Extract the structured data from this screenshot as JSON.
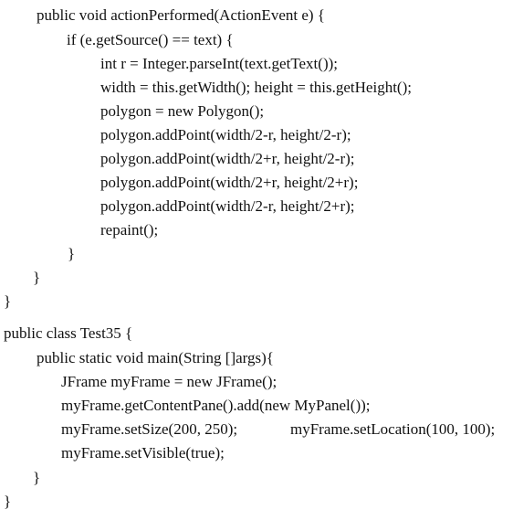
{
  "code": {
    "line1": "public void actionPerformed(ActionEvent e) {",
    "line2": "if (e.getSource() == text) {",
    "line3": "int r = Integer.parseInt(text.getText());",
    "line4": "width = this.getWidth(); height = this.getHeight();",
    "line5": "polygon = new Polygon();",
    "line6": "polygon.addPoint(width/2-r, height/2-r);",
    "line7": "polygon.addPoint(width/2+r, height/2-r);",
    "line8": "polygon.addPoint(width/2+r, height/2+r);",
    "line9": "polygon.addPoint(width/2-r, height/2+r);",
    "line10": "repaint();",
    "line11": "}",
    "line12": "}",
    "line13": "}",
    "line14": "public class Test35 {",
    "line15": "public static void main(String []args){",
    "line16": "JFrame myFrame = new JFrame();",
    "line17": "myFrame.getContentPane().add(new MyPanel());",
    "line18_left": "myFrame.setSize(200, 250);",
    "line18_right": "myFrame.setLocation(100, 100);",
    "line19": "myFrame.setVisible(true);",
    "line20": "}",
    "line21": "}"
  }
}
